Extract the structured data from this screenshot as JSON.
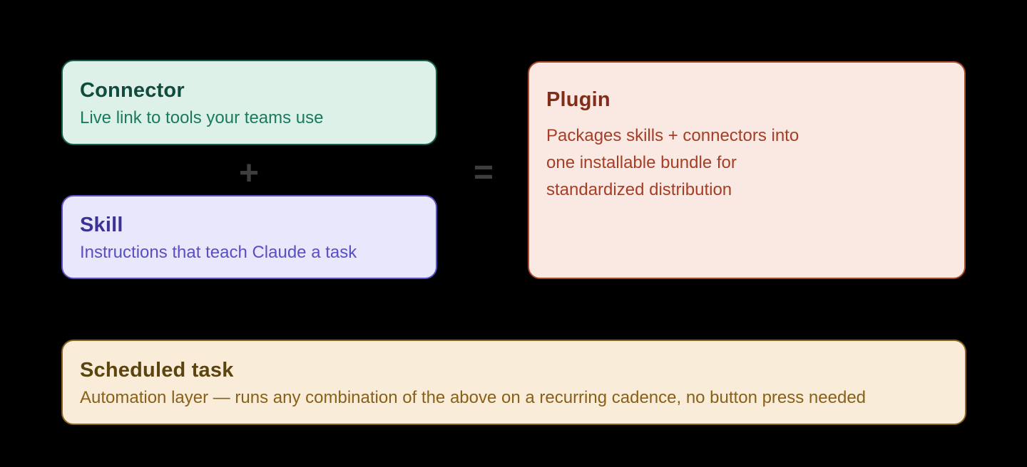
{
  "cards": {
    "connector": {
      "title": "Connector",
      "subtitle": "Live link to tools your teams use",
      "bg_color": "#ddf1e8",
      "border_color": "#17614e",
      "title_color": "#114b3b",
      "subtitle_color": "#1a7a5f"
    },
    "skill": {
      "title": "Skill",
      "subtitle": "Instructions that teach Claude a task",
      "bg_color": "#e9e7fb",
      "border_color": "#5b51c9",
      "title_color": "#3b3394",
      "subtitle_color": "#584fc2"
    },
    "plugin": {
      "title": "Plugin",
      "body": "Packages skills + connectors into\none installable bundle for\nstandardized distribution",
      "bg_color": "#f9e9e2",
      "border_color": "#a8492c",
      "title_color": "#7f2e1b",
      "body_color": "#a63e26"
    },
    "scheduled_task": {
      "title": "Scheduled task",
      "subtitle": "Automation layer — runs any combination of the above on a recurring cadence, no button press needed",
      "bg_color": "#f9ecd9",
      "border_color": "#8a641e",
      "title_color": "#5c440f",
      "subtitle_color": "#8a6018"
    }
  },
  "operators": {
    "plus": "+",
    "equals": "=",
    "color": "#3e3e3e"
  },
  "page": {
    "background": "#000000"
  }
}
